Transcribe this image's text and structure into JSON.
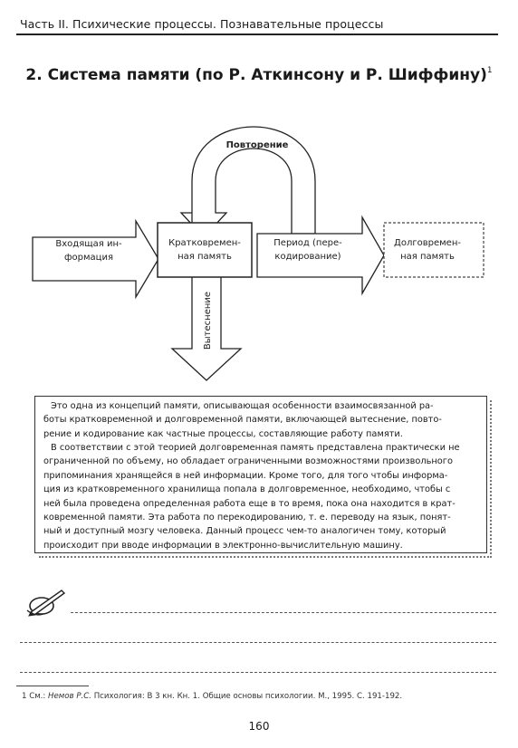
{
  "header": {
    "running_title": "Часть II. Психические процессы. Познавательные процессы"
  },
  "section": {
    "title": "2. Система памяти (по Р. Аткинсону и Р. Шиффину)",
    "footnote_mark": "1"
  },
  "diagram": {
    "input_line1": "Входящая ин-",
    "input_line2": "формация",
    "stm_line1": "Кратковремен-",
    "stm_line2": "ная память",
    "repetition_label": "Повторение",
    "period_line1": "Период (пере-",
    "period_line2": "кодирование)",
    "ltm_line1": "Долговремен-",
    "ltm_line2": "ная память",
    "displacement_label": "Вытеснение"
  },
  "textbox": {
    "paragraph1_lines": [
      "Это одна из концепций памяти, описывающая особенности взаимосвязанной ра-",
      "боты кратковременной и долговременной памяти, включающей вытеснение, повто-",
      "рение и кодирование как частные процессы, составляющие работу памяти."
    ],
    "paragraph2_lines": [
      "В соответствии с этой теорией долговременная память представлена практически не",
      "ограниченной по объему, но обладает ограниченными возможностями произвольного",
      "припоминания хранящейся в ней информации. Кроме того, для того чтобы информа-",
      "ция из кратковременного хранилища попала в долговременное, необходимо, чтобы с",
      "ней была проведена определенная работа еще в то время, пока она находится в крат-",
      "ковременной памяти. Эта работа по перекодированию, т. е. переводу на язык, понят-",
      "ный и доступный мозгу человека. Данный процесс чем-то аналогичен тому, который",
      "происходит при вводе информации в электронно-вычислительную машину."
    ]
  },
  "footnote": {
    "prefix": "1 См.: ",
    "author": "Немов Р.С.",
    "rest": " Психология: В 3 кн. Кн. 1. Общие основы психологии. М., 1995. С. 191-192."
  },
  "page_number": "160"
}
